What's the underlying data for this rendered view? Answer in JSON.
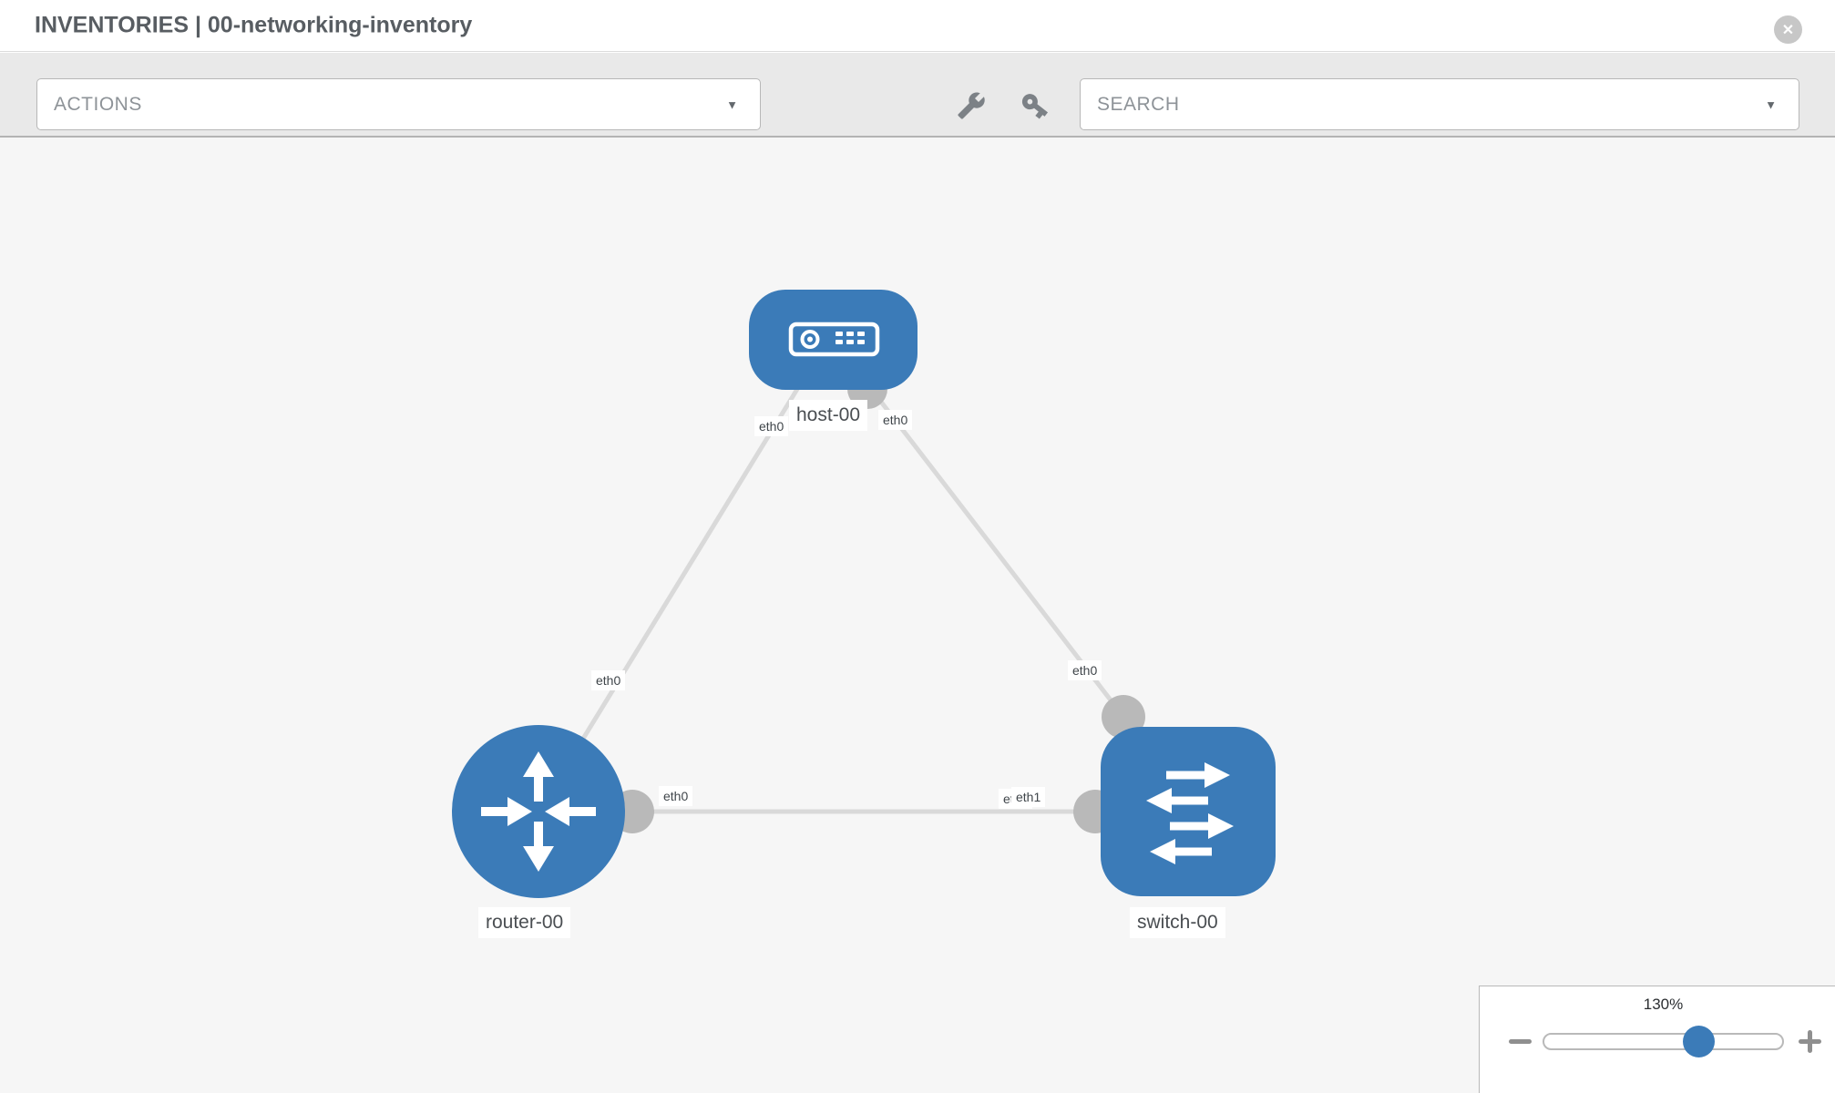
{
  "header": {
    "title": "INVENTORIES | 00-networking-inventory"
  },
  "icons": {
    "close": "✕",
    "caret": "▼"
  },
  "toolbar": {
    "actions_label": "ACTIONS",
    "search_label": "SEARCH"
  },
  "topology": {
    "nodes": [
      {
        "name": "host-00",
        "type": "host"
      },
      {
        "name": "router-00",
        "type": "router"
      },
      {
        "name": "switch-00",
        "type": "switch"
      }
    ],
    "links": [
      {
        "source": "host-00",
        "source_interface": "eth0",
        "target": "router-00",
        "target_interface": "eth0"
      },
      {
        "source": "host-00",
        "source_interface": "eth0",
        "target": "switch-00",
        "target_interface": "eth0"
      },
      {
        "source": "router-00",
        "source_interface": "eth0",
        "target": "switch-00",
        "target_interface": "eth1"
      }
    ],
    "labels": {
      "host": "host-00",
      "router": "router-00",
      "switch": "switch-00",
      "host_if_left": "eth0",
      "host_if_right": "eth0",
      "link_host_router_mid": "eth0",
      "link_host_switch_mid": "eth0",
      "link_router_switch_router_end": "eth0",
      "link_router_switch_switch_end_a": "eth0",
      "link_router_switch_switch_end_b": "eth1"
    }
  },
  "zoom_control": {
    "level": "130%"
  },
  "colors": {
    "node_blue": "#3b7bb8",
    "edge_gray": "#d9d9d9",
    "port_gray": "#b9b9b9"
  }
}
